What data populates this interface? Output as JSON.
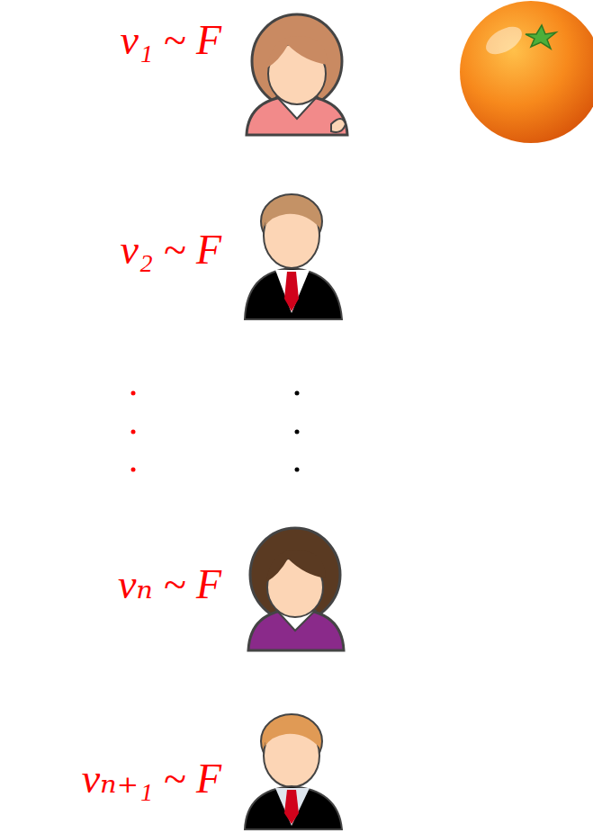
{
  "diagram": {
    "labels": [
      "v₁ ~ F",
      "v₂ ~ F",
      "vₙ ~ F",
      "vₙ₊₁ ~ F"
    ]
  }
}
